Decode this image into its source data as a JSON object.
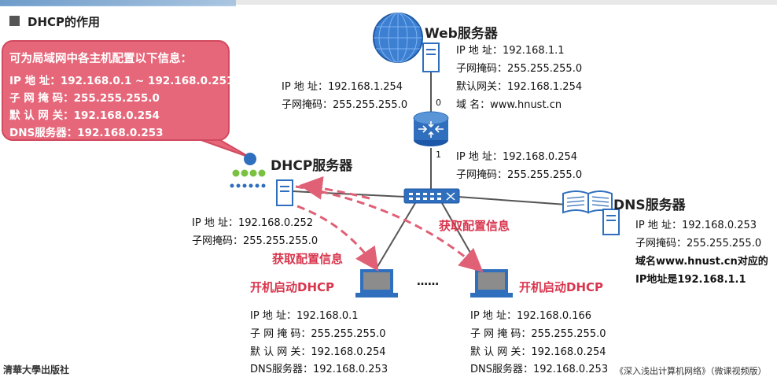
{
  "section_title": "DHCP的作用",
  "callout": {
    "heading": "可为局域网中各主机配置以下信息：",
    "lines": [
      "IP 地  址：192.168.0.1 ~ 192.168.0.251",
      "子 网 掩 码：255.255.255.0",
      "默 认 网 关：192.168.0.254",
      "DNS服务器：192.168.0.253"
    ]
  },
  "web_server": {
    "title": "Web服务器",
    "ip": "IP 地  址：192.168.1.1",
    "mask": "子网掩码：255.255.255.0",
    "gateway": "默认网关：192.168.1.254",
    "domain": "域      名：www.hnust.cn"
  },
  "router": {
    "port0_label": "0",
    "port1_label": "1",
    "if0_ip": "IP 地  址：192.168.1.254",
    "if0_mask": "子网掩码：255.255.255.0",
    "if1_ip": "IP 地  址：192.168.0.254",
    "if1_mask": "子网掩码：255.255.255.0"
  },
  "dhcp_server": {
    "title": "DHCP服务器",
    "ip": "IP 地  址：192.168.0.252",
    "mask": "子网掩码：255.255.255.0"
  },
  "dns_server": {
    "title": "DNS服务器",
    "ip": "IP 地  址：192.168.0.253",
    "mask": "子网掩码：255.255.255.0",
    "note1": "域名www.hnust.cn对应的",
    "note2": "IP地址是192.168.1.1"
  },
  "flows": {
    "left": "获取配置信息",
    "right": "获取配置信息"
  },
  "host1": {
    "title": "开机启动DHCP",
    "ip": "IP  地   址：192.168.0.1",
    "mask": "子 网 掩 码：255.255.255.0",
    "gateway": "默 认 网 关：192.168.0.254",
    "dns": "DNS服务器：192.168.0.253"
  },
  "host2": {
    "title": "开机启动DHCP",
    "ip": "IP  地   址：192.168.0.166",
    "mask": "子 网 掩 码：255.255.255.0",
    "gateway": "默 认 网 关：192.168.0.254",
    "dns": "DNS服务器：192.168.0.253"
  },
  "ellipsis": "……",
  "footer": {
    "publisher": "清華大學出版社",
    "book": "《深入浅出计算机网络》（微课视频版）"
  },
  "colors": {
    "callout_bg": "#e6677a",
    "red_text": "#d9364e",
    "device_blue": "#2f6fbd"
  }
}
